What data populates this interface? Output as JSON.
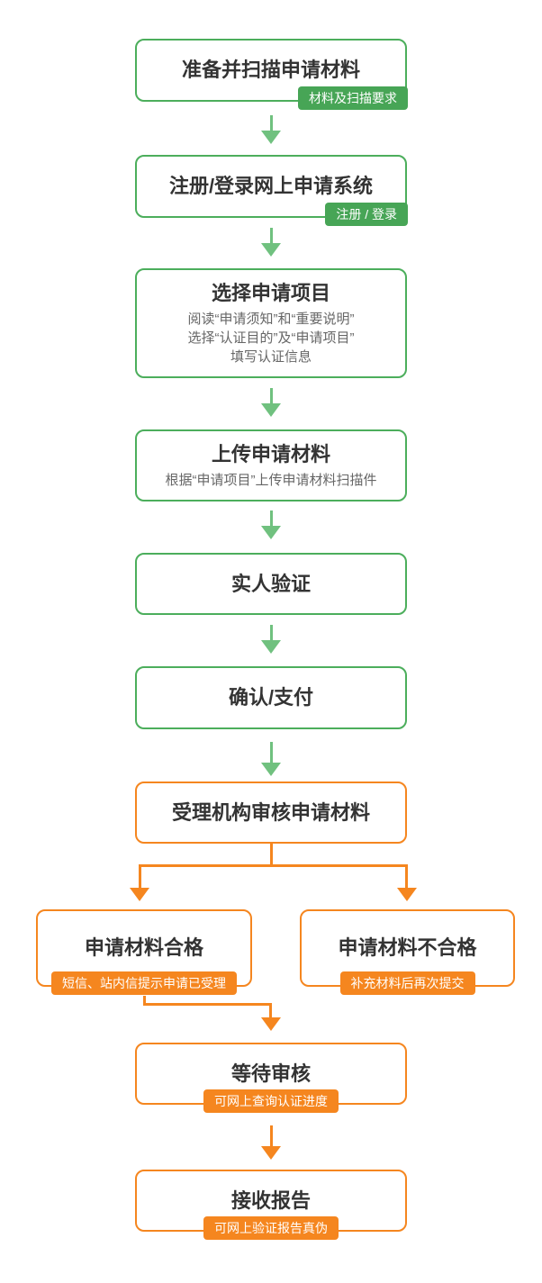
{
  "colors": {
    "green_border": "#4CAE5C",
    "green_badge": "#47A556",
    "green_arrow": "#70C17F",
    "orange": "#F5861F",
    "title_text": "#333333",
    "subtitle_text": "#666666",
    "badge_text": "#FFFFFF"
  },
  "flow": {
    "steps": [
      {
        "title": "准备并扫描申请材料",
        "badge": "材料及扫描要求"
      },
      {
        "title": "注册/登录网上申请系统",
        "badge": "注册 / 登录"
      },
      {
        "title": "选择申请项目",
        "subtitles": [
          "阅读“申请须知”和“重要说明”",
          "选择“认证目的”及“申请项目”",
          "填写认证信息"
        ]
      },
      {
        "title": "上传申请材料",
        "subtitles": [
          "根据“申请项目”上传申请材料扫描件"
        ]
      },
      {
        "title": "实人验证"
      },
      {
        "title": "确认/支付"
      },
      {
        "title": "受理机构审核申请材料"
      },
      {
        "title": "申请材料合格",
        "badge": "短信、站内信提示申请已受理"
      },
      {
        "title": "申请材料不合格",
        "badge": "补充材料后再次提交"
      },
      {
        "title": "等待审核",
        "badge": "可网上查询认证进度"
      },
      {
        "title": "接收报告",
        "badge": "可网上验证报告真伪"
      }
    ]
  }
}
